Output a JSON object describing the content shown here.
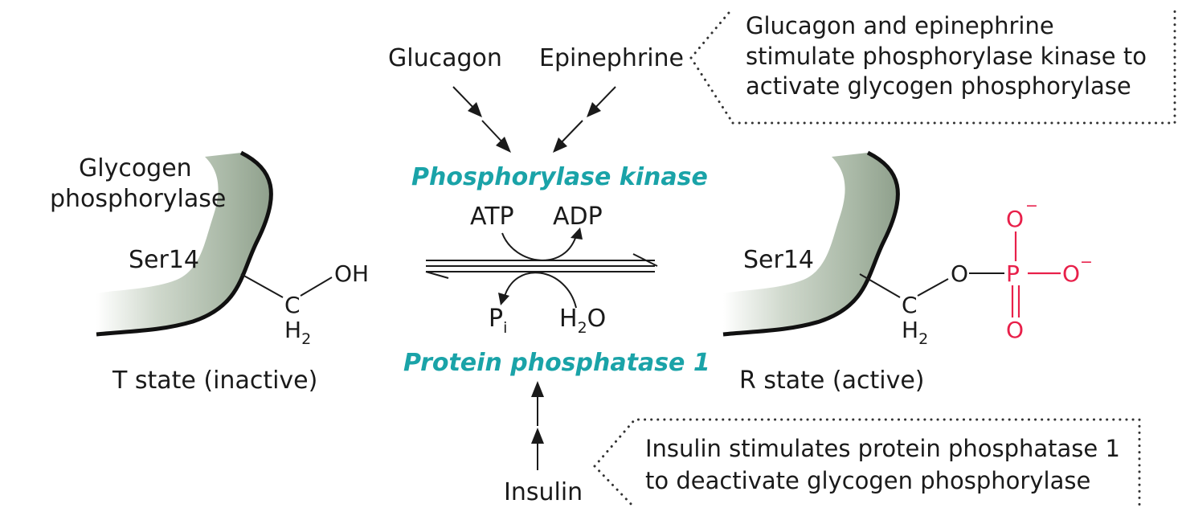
{
  "hormones": {
    "glucagon": "Glucagon",
    "epinephrine": "Epinephrine",
    "insulin": "Insulin"
  },
  "notes": {
    "activation": [
      "Glucagon and epinephrine",
      "stimulate phosphorylase kinase to",
      "activate glycogen phosphorylase"
    ],
    "deactivation": [
      "Insulin stimulates protein phosphatase 1",
      "to deactivate glycogen phosphorylase"
    ]
  },
  "enzymes": {
    "kinase": "Phosphorylase kinase",
    "phosphatase": "Protein phosphatase 1",
    "color": "#1aa3a8"
  },
  "reaction": {
    "atp": "ATP",
    "adp": "ADP",
    "pi_main": "P",
    "pi_sub": "i",
    "water_h": "H",
    "water_sub": "2",
    "water_o": "O"
  },
  "left_state": {
    "protein_label_line1": "Glycogen",
    "protein_label_line2": "phosphorylase",
    "residue": "Ser14",
    "oh": "OH",
    "carbon": "C",
    "h": "H",
    "h_sub": "2",
    "state_label": "T state (inactive)"
  },
  "right_state": {
    "residue": "Ser14",
    "carbon": "C",
    "h": "H",
    "h_sub": "2",
    "o_ester": "O",
    "phosphorus": "P",
    "o_top": "O",
    "o_right": "O",
    "o_bottom": "O",
    "minus": "−",
    "state_label": "R state (active)"
  },
  "colors": {
    "phosphate": "#e8204a",
    "protein_fill": "#b9c6b6",
    "protein_edge": "#111111"
  }
}
